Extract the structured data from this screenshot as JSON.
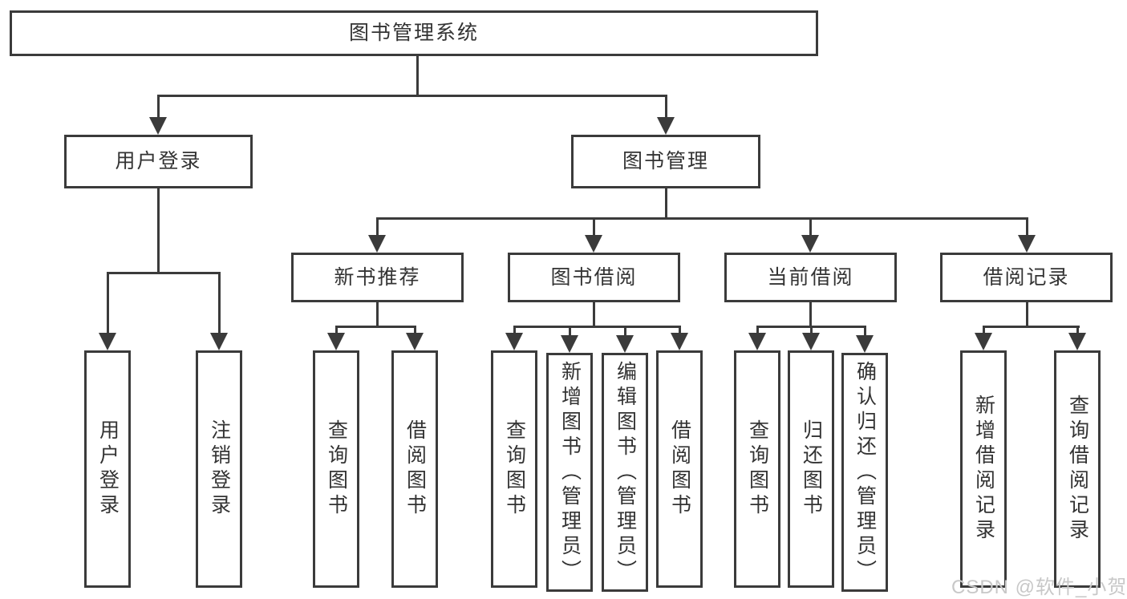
{
  "diagram": {
    "title": "图书管理系统",
    "root": {
      "label": "图书管理系统"
    },
    "level2": [
      {
        "label": "用户登录"
      },
      {
        "label": "图书管理"
      }
    ],
    "level3": [
      {
        "label": "新书推荐"
      },
      {
        "label": "图书借阅"
      },
      {
        "label": "当前借阅"
      },
      {
        "label": "借阅记录"
      }
    ],
    "leaves": {
      "login": [
        {
          "label": "用户登录"
        },
        {
          "label": "注销登录"
        }
      ],
      "recommend": [
        {
          "label": "查询图书"
        },
        {
          "label": "借阅图书"
        }
      ],
      "borrow": [
        {
          "label": "查询图书"
        },
        {
          "label": "新增图书（管理员）"
        },
        {
          "label": "编辑图书（管理员）"
        },
        {
          "label": "借阅图书"
        }
      ],
      "current": [
        {
          "label": "查询图书"
        },
        {
          "label": "归还图书"
        },
        {
          "label": "确认归还（管理员）"
        }
      ],
      "records": [
        {
          "label": "新增借阅记录"
        },
        {
          "label": "查询借阅记录"
        }
      ]
    },
    "watermark": "CSDN @软件_小贺同学",
    "colors": {
      "line": "#3b3b3b",
      "text": "#333333",
      "watermark": "#c8c8c8",
      "background": "#ffffff"
    }
  }
}
